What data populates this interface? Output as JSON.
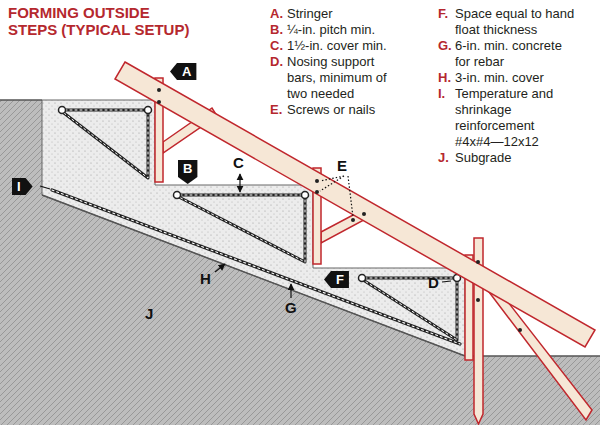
{
  "diagram": {
    "title": "FORMING OUTSIDE STEPS (TYPICAL SETUP)",
    "nodes": [
      {
        "text": [
          "A"
        ]
      },
      {
        "text": [
          "B"
        ]
      },
      {
        "text": [
          "F"
        ]
      },
      {
        "text": [
          "I"
        ]
      }
    ],
    "labels": [
      "A.",
      "Stringer",
      "B.",
      "¼-in. pitch min.",
      "C.",
      "1½-in. cover min.",
      "D.",
      "Nosing support bars, minimum of two needed",
      "E.",
      "Screws or nails",
      "F.",
      "Space equal to hand float thickness",
      "G.",
      "6-in. min. concrete for rebar",
      "H.",
      "3-in. min. cover",
      "I.",
      "Temperature and shrinkage reinforcement #4x#4—12x12",
      "J.",
      "Subgrade",
      "C",
      "D",
      "E",
      "G",
      "H",
      "J"
    ]
  }
}
